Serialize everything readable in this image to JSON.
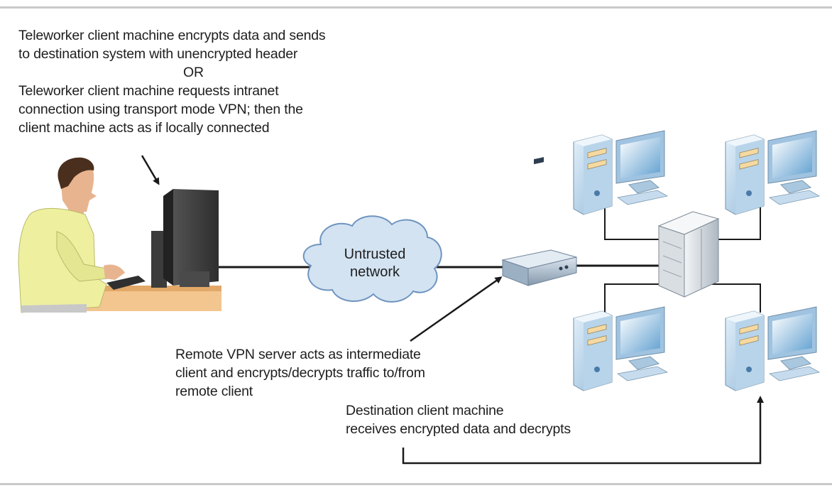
{
  "annotations": {
    "teleworker": {
      "line1": "Teleworker client machine encrypts data and sends",
      "line2": "to destination system with unencrypted header",
      "or": "OR",
      "line4": "Teleworker client machine requests intranet",
      "line5": "connection using transport mode VPN; then the",
      "line6": "client machine acts as if locally connected"
    },
    "vpn_server": {
      "line1": "Remote VPN server acts as intermediate",
      "line2": "client and encrypts/decrypts traffic to/from",
      "line3": "remote client"
    },
    "destination": {
      "line1": "Destination client machine",
      "line2": "receives encrypted data and decrypts"
    }
  },
  "cloud": {
    "line1": "Untrusted",
    "line2": "network"
  },
  "colors": {
    "cloud_fill": "#d3e3f2",
    "cloud_stroke": "#6f94be",
    "shirt": "#eef0a0",
    "skin": "#e8b48f",
    "hair": "#4a2f1e",
    "pc_case": "#c7dff2",
    "server_case": "#e6e9ec",
    "vpn_device": "#b6c6d6",
    "desk": "#f3c58f",
    "line": "#1a1a1a"
  },
  "icons": [
    "person-icon",
    "monitor-icon",
    "cloud-icon",
    "vpn-server-icon",
    "server-tower-icon",
    "desktop-pc-icon",
    "arrow-icon"
  ]
}
